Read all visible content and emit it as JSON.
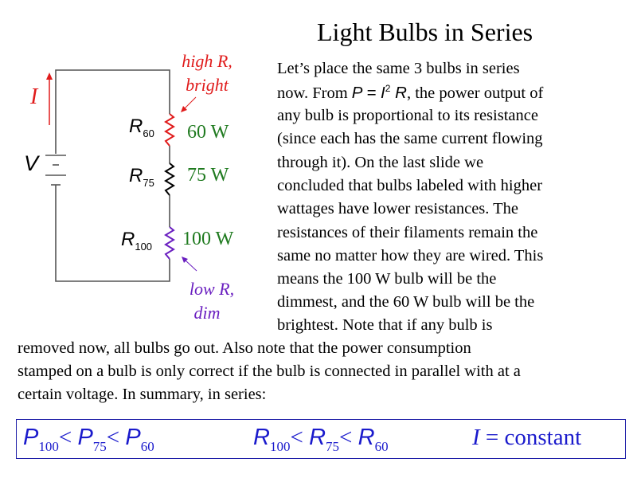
{
  "title": "Light Bulbs in Series",
  "lines": [
    "Let’s place the same 3 bulbs in series",
    "",
    "any bulb is proportional to its resistance",
    "(since each has the same current flowing",
    "through it). On the last slide we",
    "concluded that bulbs labeled with higher",
    "wattages have lower resistances. The",
    "resistances of their filaments remain the",
    "same no matter how they are wired. This",
    "means the 100 W bulb will be the",
    "dimmest, and the 60 W bulb will be the",
    "brightest. Note that if any bulb is"
  ],
  "line2": {
    "pre": "now. From ",
    "formula_a": "P = I",
    "sup": "2",
    "formula_b": " R",
    "post": ", the power output of"
  },
  "wide_lines": [
    "removed now, all bulbs go out. Also note that the power consumption",
    "stamped on a bulb is only correct if the bulb is connected in parallel with at a",
    "certain voltage. In summary, in series:"
  ],
  "circuit": {
    "current": "I",
    "voltage": "V",
    "resistors": [
      {
        "sym": "R",
        "sub": "60",
        "watt": "60 W",
        "color": "#e01b1b"
      },
      {
        "sym": "R",
        "sub": "75",
        "watt": "75 W",
        "color": "#000000"
      },
      {
        "sym": "R",
        "sub": "100",
        "watt": "100 W",
        "color": "#6a1fc0"
      }
    ],
    "high": {
      "line1": "high R,",
      "line2": "bright",
      "color": "#e01b1b"
    },
    "low": {
      "line1": "low R,",
      "line2": "dim",
      "color": "#6a1fc0"
    }
  },
  "summary": {
    "p": {
      "s1": "P",
      "n1": "100",
      "lt1": "< ",
      "s2": "P",
      "n2": "75",
      "lt2": "< ",
      "s3": "P",
      "n3": "60"
    },
    "r": {
      "s1": "R",
      "n1": "100",
      "lt1": "< ",
      "s2": "R",
      "n2": "75",
      "lt2": "< ",
      "s3": "R",
      "n3": "60"
    },
    "i": {
      "sym": "I",
      "rest": " = constant"
    }
  }
}
